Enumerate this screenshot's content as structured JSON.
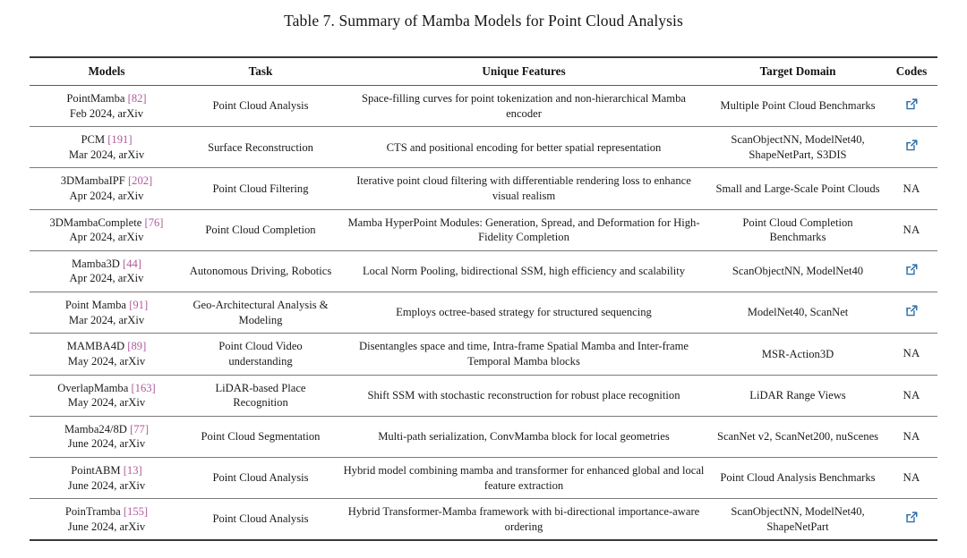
{
  "caption": {
    "number": "Table 7.",
    "text": "Summary of Mamba Models for Point Cloud Analysis",
    "full": "Table 7.  Summary of Mamba Models for Point Cloud Analysis"
  },
  "colors": {
    "citation": "#b05a9c",
    "link_icon": "#2d6fa8",
    "rule_heavy": "#3a3a3a",
    "rule_light": "#7a7a7a",
    "text": "#1b1b1b"
  },
  "table": {
    "headers": [
      {
        "label": "Models",
        "key": "models"
      },
      {
        "label": "Task",
        "key": "task"
      },
      {
        "label": "Unique Features",
        "key": "features"
      },
      {
        "label": "Target Domain",
        "key": "domain"
      },
      {
        "label": "Codes",
        "key": "codes"
      }
    ],
    "rows": [
      {
        "model_name": "PointMamba",
        "citation": "[82]",
        "date": "Feb 2024, arXiv",
        "task": "Point Cloud Analysis",
        "features": "Space-filling curves for point tokenization and non-hierarchical Mamba encoder",
        "domain": "Multiple Point Cloud Benchmarks",
        "code": "link",
        "code_label": ""
      },
      {
        "model_name": "PCM",
        "citation": "[191]",
        "date": "Mar 2024, arXiv",
        "task": "Surface Reconstruction",
        "features": "CTS and positional encoding for better spatial representation",
        "domain": "ScanObjectNN, ModelNet40, ShapeNetPart, S3DIS",
        "code": "link",
        "code_label": ""
      },
      {
        "model_name": "3DMambaIPF",
        "citation": "[202]",
        "date": "Apr 2024, arXiv",
        "task": "Point Cloud Filtering",
        "features": "Iterative point cloud filtering with differentiable rendering loss to enhance visual realism",
        "domain": "Small and Large-Scale Point Clouds",
        "code": "na",
        "code_label": "NA"
      },
      {
        "model_name": "3DMambaComplete",
        "citation": "[76]",
        "date": "Apr 2024, arXiv",
        "task": "Point Cloud Completion",
        "features": "Mamba HyperPoint Modules: Generation, Spread, and Deformation for High-Fidelity Completion",
        "domain": "Point Cloud Completion Benchmarks",
        "code": "na",
        "code_label": "NA"
      },
      {
        "model_name": "Mamba3D",
        "citation": "[44]",
        "date": "Apr 2024, arXiv",
        "task": "Autonomous Driving, Robotics",
        "features": "Local Norm Pooling, bidirectional SSM, high efficiency and scalability",
        "domain": "ScanObjectNN, ModelNet40",
        "code": "link",
        "code_label": ""
      },
      {
        "model_name": "Point Mamba",
        "citation": "[91]",
        "date": "Mar 2024, arXiv",
        "task": "Geo-Architectural Analysis & Modeling",
        "features": "Employs octree-based strategy for structured sequencing",
        "domain": "ModelNet40, ScanNet",
        "code": "link",
        "code_label": ""
      },
      {
        "model_name": "MAMBA4D",
        "citation": "[89]",
        "date": "May 2024, arXiv",
        "task": "Point Cloud Video understanding",
        "features": "Disentangles space and time, Intra-frame Spatial Mamba and Inter-frame Temporal Mamba blocks",
        "domain": "MSR-Action3D",
        "code": "na",
        "code_label": "NA"
      },
      {
        "model_name": "OverlapMamba",
        "citation": "[163]",
        "date": "May 2024, arXiv",
        "task": "LiDAR-based Place Recognition",
        "features": "Shift SSM with stochastic reconstruction for robust place recognition",
        "domain": "LiDAR Range Views",
        "code": "na",
        "code_label": "NA"
      },
      {
        "model_name": "Mamba24/8D",
        "citation": "[77]",
        "date": "June 2024, arXiv",
        "task": "Point Cloud Segmentation",
        "features": "Multi-path serialization, ConvMamba block for local geometries",
        "domain": "ScanNet v2, ScanNet200, nuScenes",
        "code": "na",
        "code_label": "NA"
      },
      {
        "model_name": "PointABM",
        "citation": "[13]",
        "date": "June 2024, arXiv",
        "task": "Point Cloud Analysis",
        "features": "Hybrid model combining mamba and transformer for enhanced global and local feature extraction",
        "domain": "Point Cloud Analysis Benchmarks",
        "code": "na",
        "code_label": "NA"
      },
      {
        "model_name": "PoinTramba",
        "citation": "[155]",
        "date": "June 2024, arXiv",
        "task": "Point Cloud Analysis",
        "features": "Hybrid Transformer-Mamba framework with bi-directional importance-aware ordering",
        "domain": "ScanObjectNN, ModelNet40, ShapeNetPart",
        "code": "link",
        "code_label": ""
      }
    ]
  }
}
